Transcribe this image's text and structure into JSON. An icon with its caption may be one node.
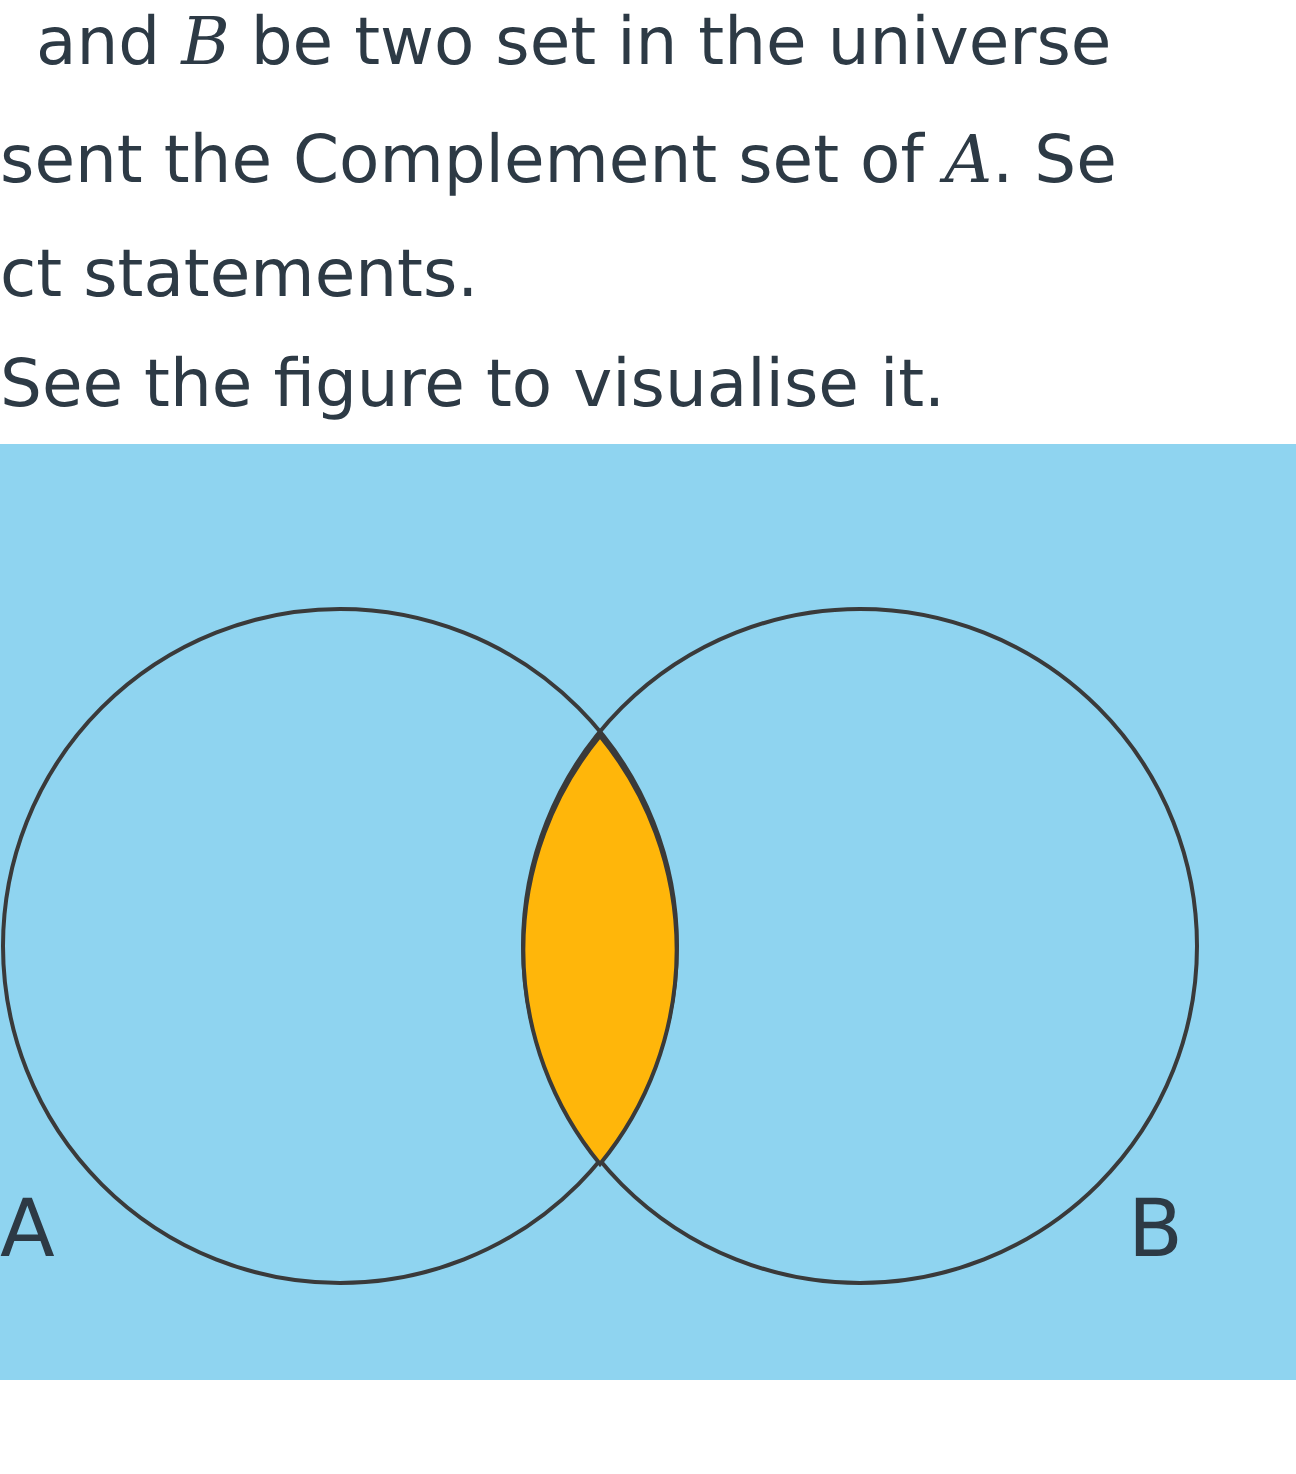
{
  "diagram": {
    "nodes": [
      {
        "text": [],
        "shape": "box"
      },
      {
        "text": [],
        "shape": "circle",
        "in": 0,
        "beside": [
          "A"
        ]
      },
      {
        "text": [],
        "shape": "circle",
        "in": 0,
        "beside": [
          "B"
        ]
      },
      {
        "text": [],
        "shape": "lens"
      }
    ],
    "edges": [],
    "labels": [
      "and *B* be two set in the universe",
      "sent the Complement set of *A*. Se",
      "ct statements.",
      "See the figure to visualise it."
    ]
  }
}
